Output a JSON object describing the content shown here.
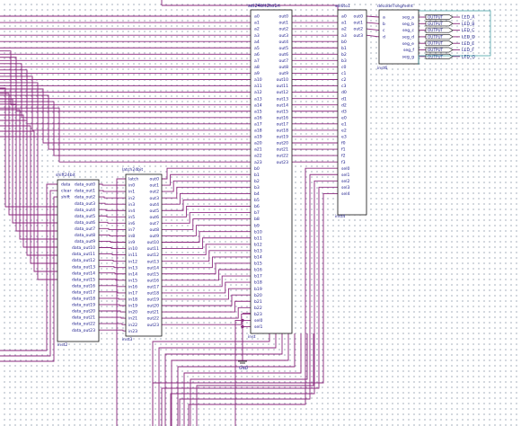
{
  "blocks": {
    "shift": {
      "title": "shift24bit",
      "inst": "inst2",
      "left_pins": [
        "data",
        "data_out0",
        "clear",
        "data_out1",
        "shift",
        "data_out2"
      ],
      "outs": [
        "data_out3",
        "data_out4",
        "data_out5",
        "data_out6",
        "data_out7",
        "data_out8",
        "data_out9",
        "data_out10",
        "data_out11",
        "data_out12",
        "data_out13",
        "data_out14",
        "data_out15",
        "data_out16",
        "data_out17",
        "data_out18",
        "data_out19",
        "data_out20",
        "data_out21",
        "data_out22",
        "data_out23"
      ]
    },
    "latch": {
      "title": "latch24bit",
      "inst": "inst3",
      "rows": [
        [
          "latch",
          "out0"
        ],
        [
          "in0",
          "out1"
        ],
        [
          "in1",
          "out2"
        ],
        [
          "in2",
          "out3"
        ],
        [
          "in3",
          "out4"
        ],
        [
          "in4",
          "out5"
        ],
        [
          "in5",
          "out6"
        ],
        [
          "in6",
          "out7"
        ],
        [
          "in7",
          "out8"
        ],
        [
          "in8",
          "out9"
        ],
        [
          "in9",
          "out10"
        ],
        [
          "in10",
          "out11"
        ],
        [
          "in11",
          "out12"
        ],
        [
          "in12",
          "out13"
        ],
        [
          "in13",
          "out14"
        ],
        [
          "in14",
          "out15"
        ],
        [
          "in15",
          "out16"
        ],
        [
          "in16",
          "out17"
        ],
        [
          "in17",
          "out18"
        ],
        [
          "in18",
          "out19"
        ],
        [
          "in19",
          "out20"
        ],
        [
          "in20",
          "out21"
        ],
        [
          "in21",
          "out22"
        ],
        [
          "in22",
          "out23"
        ],
        [
          "in23",
          ""
        ]
      ]
    },
    "sel": {
      "title": "sel24bit2to1n",
      "inst": "inst",
      "rows": [
        [
          "a0",
          "out0"
        ],
        [
          "a1",
          "out1"
        ],
        [
          "a2",
          "out2"
        ],
        [
          "a3",
          "out3"
        ],
        [
          "a4",
          "out4"
        ],
        [
          "a5",
          "out5"
        ],
        [
          "a6",
          "out6"
        ],
        [
          "a7",
          "out7"
        ],
        [
          "a8",
          "out8"
        ],
        [
          "a9",
          "out9"
        ],
        [
          "a10",
          "out10"
        ],
        [
          "a11",
          "out11"
        ],
        [
          "a12",
          "out12"
        ],
        [
          "a13",
          "out13"
        ],
        [
          "a14",
          "out14"
        ],
        [
          "a15",
          "out15"
        ],
        [
          "a16",
          "out16"
        ],
        [
          "a17",
          "out17"
        ],
        [
          "a18",
          "out18"
        ],
        [
          "a19",
          "out19"
        ],
        [
          "a20",
          "out20"
        ],
        [
          "a21",
          "out21"
        ],
        [
          "a22",
          "out22"
        ],
        [
          "a23",
          "out23"
        ],
        [
          "b0",
          ""
        ],
        [
          "b1",
          ""
        ],
        [
          "b2",
          ""
        ],
        [
          "b3",
          ""
        ],
        [
          "b4",
          ""
        ],
        [
          "b5",
          ""
        ],
        [
          "b6",
          ""
        ],
        [
          "b7",
          ""
        ],
        [
          "b8",
          ""
        ],
        [
          "b9",
          ""
        ],
        [
          "b10",
          ""
        ],
        [
          "b11",
          ""
        ],
        [
          "b12",
          ""
        ],
        [
          "b13",
          ""
        ],
        [
          "b14",
          ""
        ],
        [
          "b15",
          ""
        ],
        [
          "b16",
          ""
        ],
        [
          "b17",
          ""
        ],
        [
          "b18",
          ""
        ],
        [
          "b19",
          ""
        ],
        [
          "b20",
          ""
        ],
        [
          "b21",
          ""
        ],
        [
          "b22",
          ""
        ],
        [
          "b23",
          ""
        ],
        [
          "sel0",
          ""
        ],
        [
          "sel1",
          ""
        ]
      ]
    },
    "sel6": {
      "title": "sel6to1",
      "inst": "inst4",
      "rows": [
        [
          "a0",
          "out0"
        ],
        [
          "a1",
          "out1"
        ],
        [
          "a2",
          "out2"
        ],
        [
          "a3",
          "out3"
        ],
        [
          "b0",
          ""
        ],
        [
          "b1",
          ""
        ],
        [
          "b2",
          ""
        ],
        [
          "b3",
          ""
        ],
        [
          "c0",
          ""
        ],
        [
          "c1",
          ""
        ],
        [
          "c2",
          ""
        ],
        [
          "c3",
          ""
        ],
        [
          "d0",
          ""
        ],
        [
          "d1",
          ""
        ],
        [
          "d2",
          ""
        ],
        [
          "d3",
          ""
        ],
        [
          "e0",
          ""
        ],
        [
          "e1",
          ""
        ],
        [
          "e2",
          ""
        ],
        [
          "e3",
          ""
        ],
        [
          "f0",
          ""
        ],
        [
          "f1",
          ""
        ],
        [
          "f2",
          ""
        ],
        [
          "f3",
          ""
        ],
        [
          "sel0",
          ""
        ],
        [
          "sel1",
          ""
        ],
        [
          "sel2",
          ""
        ],
        [
          "sel3",
          ""
        ],
        [
          "sel4",
          ""
        ]
      ]
    },
    "dec": {
      "title": "decode7segment",
      "inst": "inst6",
      "ins": [
        "a",
        "b",
        "c",
        "d"
      ],
      "outs": [
        "seg_a",
        "seg_b",
        "seg_c",
        "seg_d",
        "seg_e",
        "seg_f",
        "seg_g"
      ]
    },
    "gnd": {
      "label": "GND"
    }
  },
  "outputs": [
    {
      "kind": "OUTPUT",
      "name": "LED_A"
    },
    {
      "kind": "OUTPUT",
      "name": "LED_B"
    },
    {
      "kind": "OUTPUT",
      "name": "LED_C"
    },
    {
      "kind": "OUTPUT",
      "name": "LED_D"
    },
    {
      "kind": "OUTPUT",
      "name": "LED_E"
    },
    {
      "kind": "OUTPUT",
      "name": "LED_F"
    },
    {
      "kind": "OUTPUT",
      "name": "LED_G"
    }
  ],
  "colors": {
    "wire": "#8b2a7e",
    "text": "#1a1a8a",
    "frame": "#111111",
    "accent": "#3a9aa0"
  }
}
